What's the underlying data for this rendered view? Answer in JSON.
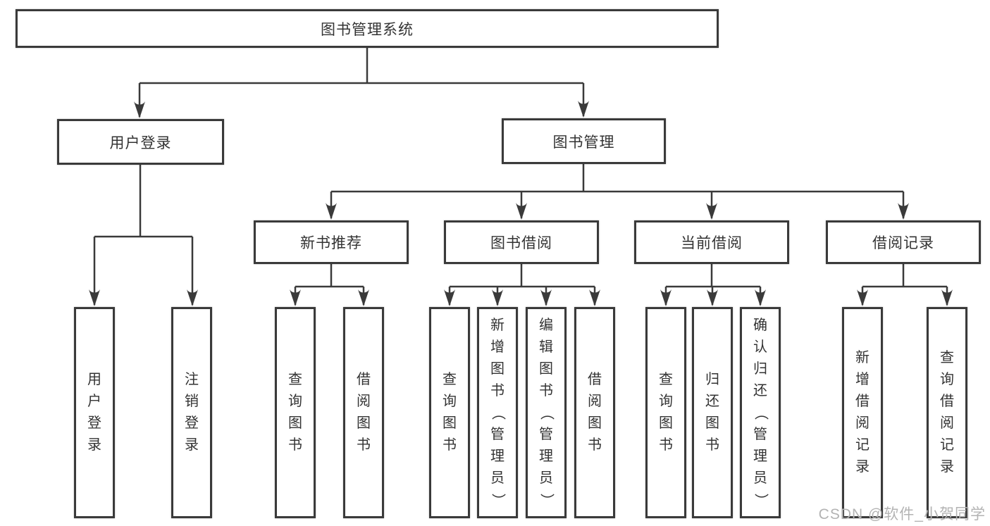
{
  "tree": {
    "label": "图书管理系统",
    "children": [
      {
        "label": "用户登录",
        "children": [
          {
            "label": "用户登录"
          },
          {
            "label": "注销登录"
          }
        ]
      },
      {
        "label": "图书管理",
        "children": [
          {
            "label": "新书推荐",
            "children": [
              {
                "label": "查询图书"
              },
              {
                "label": "借阅图书"
              }
            ]
          },
          {
            "label": "图书借阅",
            "children": [
              {
                "label": "查询图书"
              },
              {
                "label": "新增图书（管理员）"
              },
              {
                "label": "编辑图书（管理员）"
              },
              {
                "label": "借阅图书"
              }
            ]
          },
          {
            "label": "当前借阅",
            "children": [
              {
                "label": "查询图书"
              },
              {
                "label": "归还图书"
              },
              {
                "label": "确认归还（管理员）"
              }
            ]
          },
          {
            "label": "借阅记录",
            "children": [
              {
                "label": "新增借阅记录"
              },
              {
                "label": "查询借阅记录"
              }
            ]
          }
        ]
      }
    ]
  },
  "watermark": "CSDN @软件_小贺同学",
  "colors": {
    "line": "#3a3a3a",
    "border": "#3a3a3a",
    "text": "#333333",
    "background": "#ffffff",
    "watermark": "#b3b3b3"
  }
}
